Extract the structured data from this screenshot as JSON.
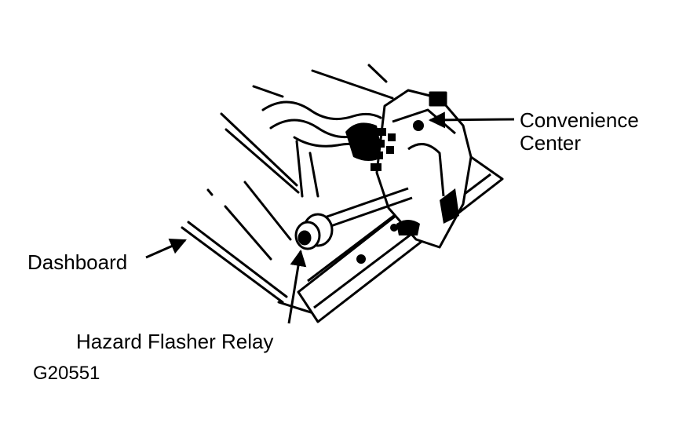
{
  "figure": {
    "figure_id": "G20551",
    "callouts": {
      "convenience_center_line1": "Convenience",
      "convenience_center_line2": "Center",
      "dashboard": "Dashboard",
      "hazard_flasher_relay": "Hazard Flasher Relay"
    }
  },
  "colors": {
    "ink": "#000000",
    "paper": "#ffffff"
  }
}
